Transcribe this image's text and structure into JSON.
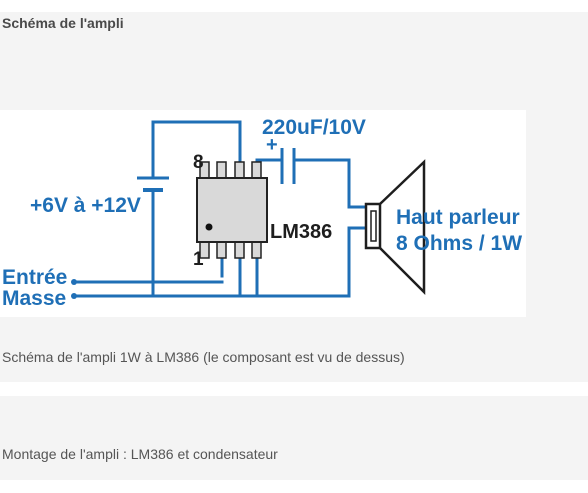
{
  "section": {
    "title": "Schéma de l'ampli"
  },
  "schematic": {
    "capacitor_label": "220uF/10V",
    "capacitor_polarity": "+",
    "supply_label": "+6V à +12V",
    "pin_top": "8",
    "pin_bottom": "1",
    "chip_label": "LM386",
    "speaker_line1": "Haut parleur",
    "speaker_line2": "8 Ohms / 1W",
    "input_label": "Entrée",
    "ground_label": "Masse",
    "colors": {
      "wire": "#1f6fb6",
      "label": "#1f6fb6",
      "chip_body": "#d9d9d9",
      "chip_outline": "#222222",
      "text_dark": "#1e1e1e"
    }
  },
  "captions": {
    "first": "Schéma de l'ampli 1W à LM386 (le composant est vu de dessus)",
    "second": "Montage de l'ampli : LM386 et condensateur"
  }
}
